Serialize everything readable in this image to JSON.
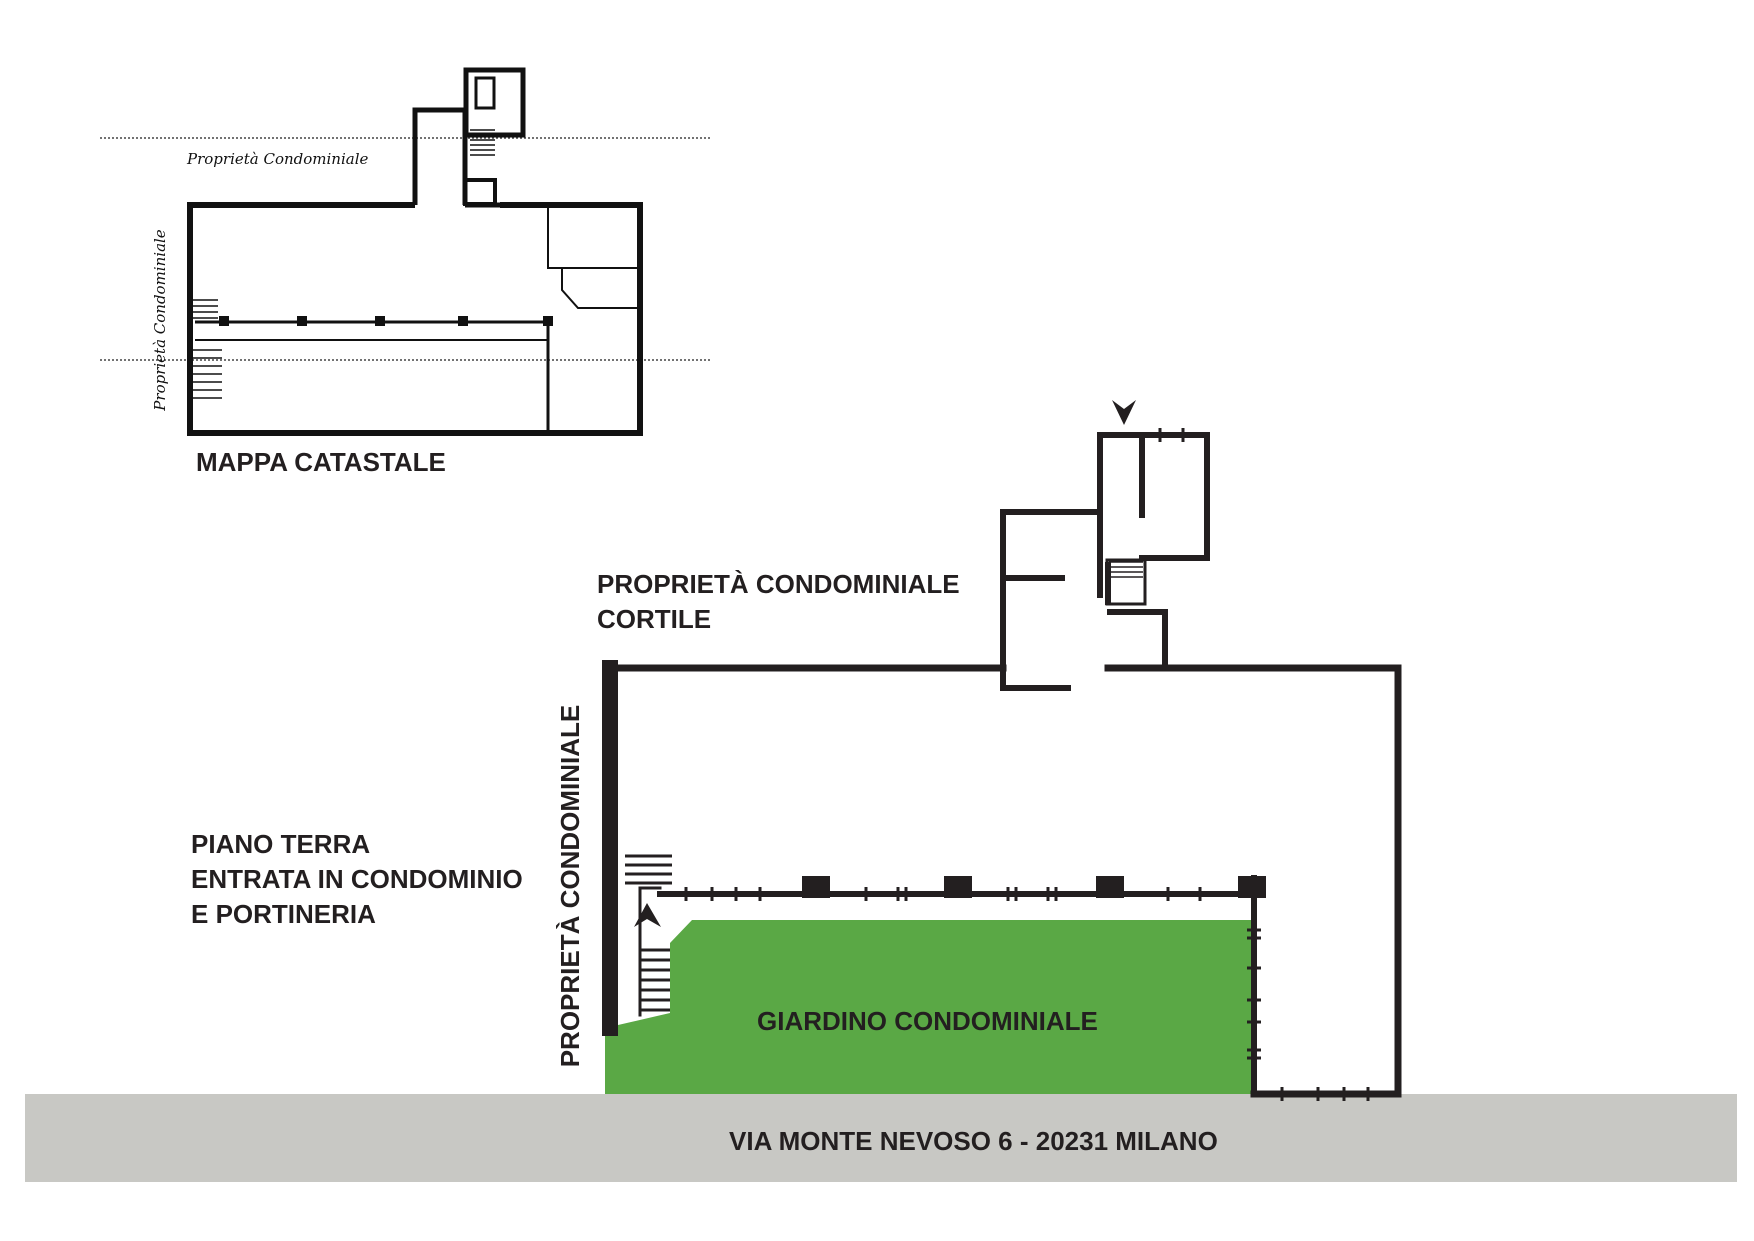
{
  "cadastral_map": {
    "title": "MAPPA CATASTALE",
    "note_top": "Proprietà Condominiale",
    "note_left": "Proprietà Condominiale"
  },
  "floor_plan": {
    "note_courtyard_line1": "PROPRIETÀ CONDOMINIALE",
    "note_courtyard_line2": "CORTILE",
    "note_left_side": "PROPRIETÀ CONDOMINIALE",
    "floor_line1": "PIANO TERRA",
    "floor_line2": "ENTRATA IN CONDOMINIO",
    "floor_line3": "E PORTINERIA",
    "garden_label": "GIARDINO CONDOMINIALE"
  },
  "street": {
    "address": "VIA MONTE NEVOSO 6 - 20231 MILANO"
  },
  "colors": {
    "garden": "#5aa845",
    "street_band": "#c8c8c4",
    "wall": "#231f20"
  },
  "icons": [
    "entrance-arrow-icon",
    "entrance-arrow-icon"
  ]
}
